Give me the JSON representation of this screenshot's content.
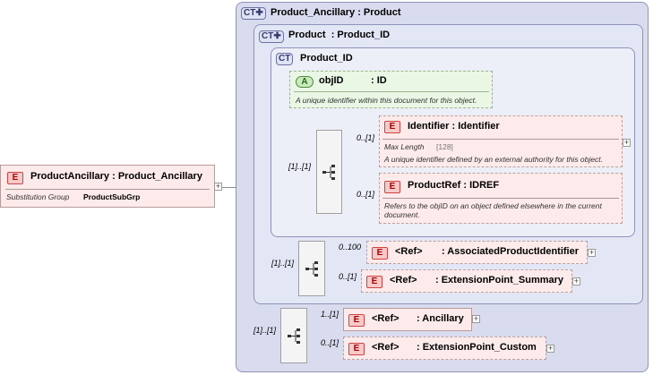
{
  "root": {
    "badge": "E",
    "name": "ProductAncillary",
    "type": ": Product_Ancillary",
    "subst_label": "Substitution Group",
    "subst_value": "ProductSubGrp"
  },
  "ct_outer": {
    "badge": "CT",
    "name": "Product_Ancillary",
    "base": ": Product"
  },
  "ct_mid": {
    "badge": "CT",
    "name": "Product",
    "base": ": Product_ID"
  },
  "ct_inner": {
    "badge": "CT",
    "name": "Product_ID"
  },
  "attr_objid": {
    "badge": "A",
    "name": "objID",
    "type": ": ID",
    "desc": "A unique identifier within this document for this object."
  },
  "el_identifier": {
    "badge": "E",
    "name": "Identifier",
    "type": ": Identifier",
    "facet_label": "Max Length",
    "facet_value": "[128]",
    "desc": "A unique identifier defined by an external authority for this object.",
    "card": "0..[1]"
  },
  "el_productref": {
    "badge": "E",
    "name": "ProductRef",
    "type": ": IDREF",
    "desc": "Refers to the objID on an object defined elsewhere in the current document.",
    "card": "0..[1]"
  },
  "seq1_card": "[1]..[1]",
  "ref_assoc": {
    "badge": "E",
    "ref": "<Ref>",
    "name": ": AssociatedProductIdentifier",
    "card": "0..100"
  },
  "ref_extsum": {
    "badge": "E",
    "ref": "<Ref>",
    "name": ": ExtensionPoint_Summary",
    "card": "0..[1]"
  },
  "seq2_card": "[1]..[1]",
  "ref_ancillary": {
    "badge": "E",
    "ref": "<Ref>",
    "name": ": Ancillary",
    "card": "1..[1]"
  },
  "ref_extcustom": {
    "badge": "E",
    "ref": "<Ref>",
    "name": ": ExtensionPoint_Custom",
    "card": "0..[1]"
  },
  "seq3_card": "[1]..[1]",
  "expander_symbol": "+",
  "icons": {
    "badge_plus": "plus-badge-icon",
    "sequence": "sequence-icon",
    "expander": "expand-icon"
  }
}
